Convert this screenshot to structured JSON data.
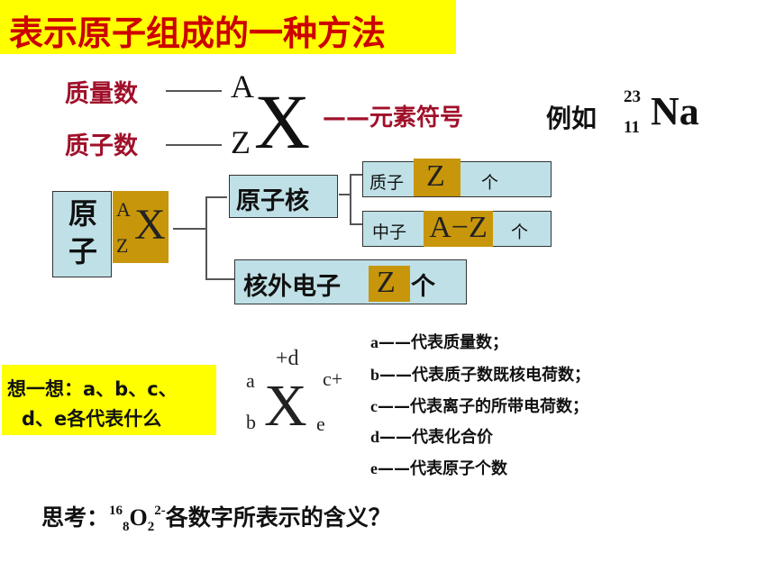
{
  "title": "表示原子组成的一种方法",
  "notation": {
    "mass_number_label": "质量数",
    "dash": "——",
    "atomic_number_label": "质子数",
    "symbol_label": "——元素符号",
    "letter_A": "A",
    "letter_Z": "Z",
    "letter_X": "X"
  },
  "example": {
    "label": "例如",
    "mass": "23",
    "atomic": "11",
    "element": "Na"
  },
  "tree": {
    "atom_label": "原子",
    "nucleus_label": "原子核",
    "proton_label": "质子",
    "proton_value": "Z",
    "neutron_label": "中子",
    "neutron_value": "A−Z",
    "unit": "个",
    "electron_label": "核外电子",
    "electron_value": "Z",
    "electron_unit": "个"
  },
  "think_box": {
    "line1": "想一想：a、b、c、",
    "line2": "d、e各代表什么"
  },
  "general_symbol": {
    "a": "a",
    "b": "b",
    "top": "+d",
    "right_top": "c+",
    "right_bottom": "e",
    "X": "X"
  },
  "legend": [
    {
      "key": "a",
      "text": "——代表质量数；"
    },
    {
      "key": "b",
      "text": "——代表质子数既核电荷数；"
    },
    {
      "key": "c",
      "text": "——代表离子的所带电荷数；"
    },
    {
      "key": "d",
      "text": "——代表化合价"
    },
    {
      "key": "e",
      "text": "——代表原子个数"
    }
  ],
  "question": {
    "prefix": "思考：",
    "sup1": "16",
    "sub1": "8",
    "element": "O",
    "sub2": "2",
    "sup2": "2-",
    "suffix": "各数字所表示的含义？"
  }
}
